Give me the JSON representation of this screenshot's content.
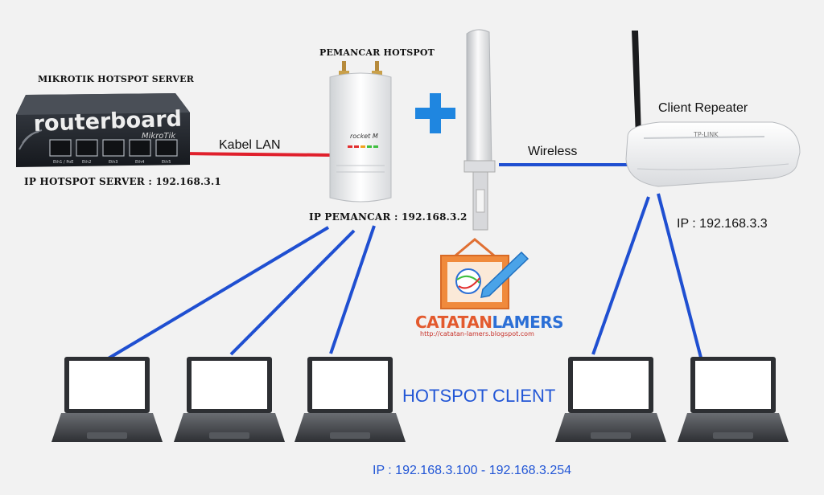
{
  "server": {
    "title": "MIKROTIK HOTSPOT SERVER",
    "brand": "routerboard",
    "sub_brand": "MikroTik",
    "ports": [
      "Eth1 / PoE",
      "Eth2",
      "Eth3",
      "Eth4",
      "Eth5"
    ],
    "ip": "IP HOTSPOT SERVER : 192.168.3.1"
  },
  "cable_label": "Kabel LAN",
  "transmitter": {
    "title": "PEMANCAR HOTSPOT",
    "brand": "rocket M",
    "ip": "IP PEMANCAR : 192.168.3.2"
  },
  "wireless_label": "Wireless",
  "repeater": {
    "title": "Client Repeater",
    "brand": "TP-LINK",
    "ip": "IP : 192.168.3.3"
  },
  "clients": {
    "title": "HOTSPOT CLIENT",
    "ip_range": "IP : 192.168.3.100 - 192.168.3.254"
  },
  "logo": {
    "part1": "CATATAN",
    "part2": "LAMERS",
    "url": "http://catatan-lamers.blogspot.com"
  },
  "colors": {
    "lan_cable": "#e0202c",
    "wireless_link": "#1f4fd1",
    "plus": "#1f86e0",
    "background": "#f2f2f2"
  }
}
